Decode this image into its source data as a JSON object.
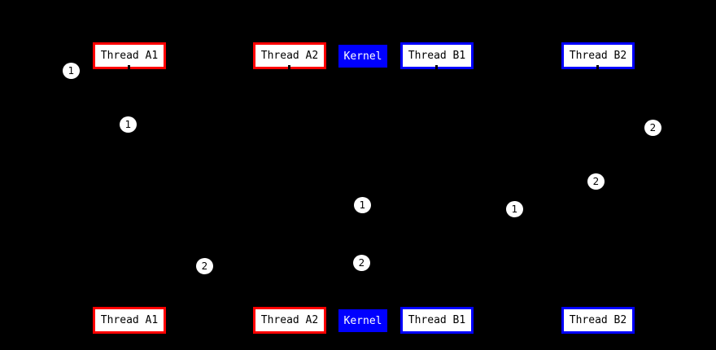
{
  "colors": {
    "background": "#000000",
    "thread-a-accent": "#ff0000",
    "thread-b-accent": "#0000ff",
    "kernel-bg": "#0000ff",
    "kernel-text": "#ffffff",
    "box-fill": "#ffffff",
    "box-text": "#000000",
    "marker-fill": "#ffffff",
    "marker-text": "#000000",
    "lifeline": "#000000"
  },
  "actors": [
    {
      "label": "Thread A1"
    },
    {
      "label": "Thread A2"
    },
    {
      "label": "Kernel"
    },
    {
      "label": "Thread B1"
    },
    {
      "label": "Thread B2"
    }
  ],
  "markers": [
    {
      "label": "1"
    },
    {
      "label": "1"
    },
    {
      "label": "1"
    },
    {
      "label": "1"
    },
    {
      "label": "2"
    },
    {
      "label": "2"
    },
    {
      "label": "2"
    },
    {
      "label": "2"
    }
  ]
}
